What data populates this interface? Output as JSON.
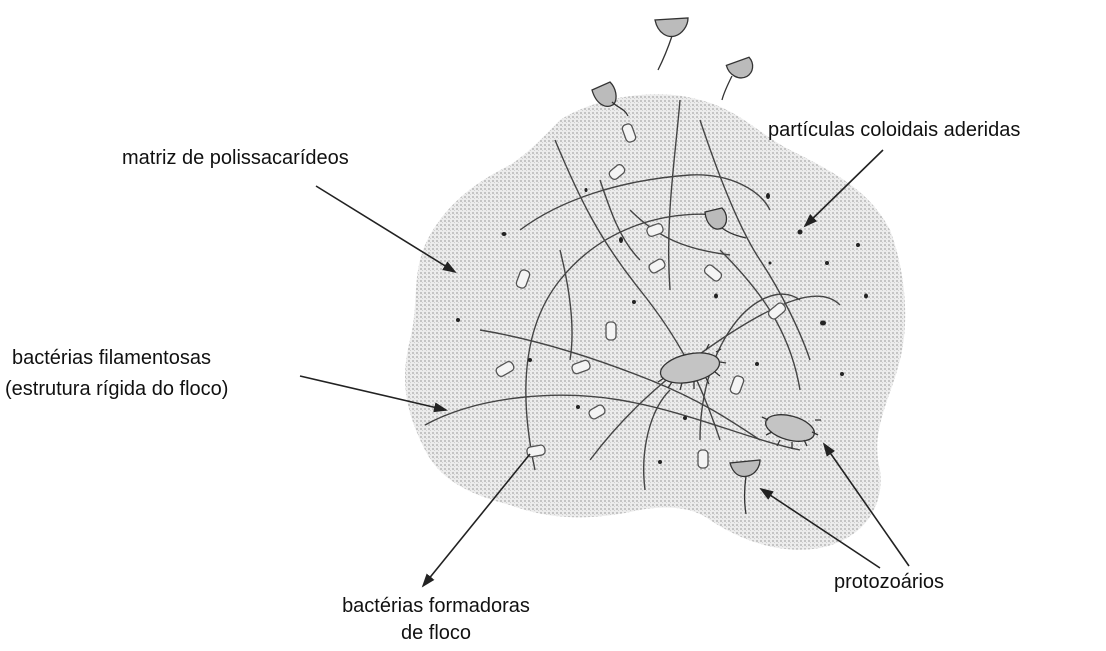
{
  "labels": {
    "matrix": "matriz de polissacarídeos",
    "colloidal": "partículas coloidais aderidas",
    "filamentous_line1": "bactérias filamentosas",
    "filamentous_line2": "(estrutura rígida do floco)",
    "floc_formers_line1": "bactérias formadoras",
    "floc_formers_line2": "de floco",
    "protozoa": "protozoários"
  },
  "colors": {
    "floc": "#d6d6d6",
    "ink": "#333333",
    "text": "#111111"
  }
}
